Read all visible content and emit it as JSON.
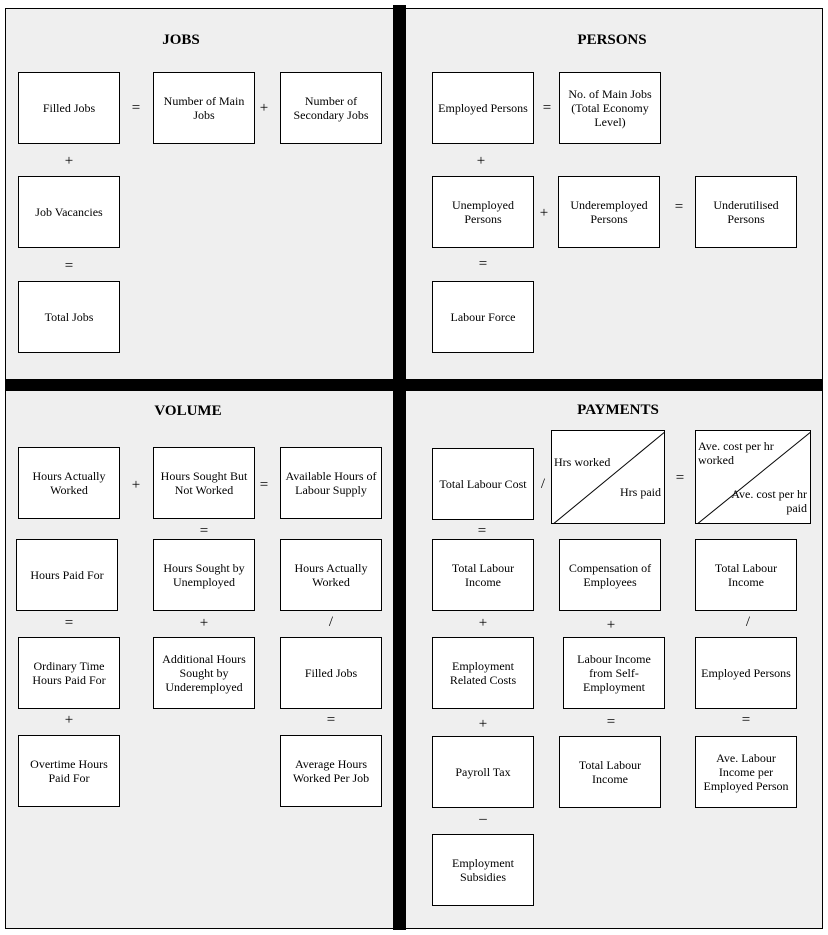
{
  "quadrants": {
    "jobs": {
      "title": "JOBS",
      "filled_jobs": "Filled Jobs",
      "main_jobs": "Number of Main Jobs",
      "secondary_jobs": "Number of Secondary Jobs",
      "job_vacancies": "Job Vacancies",
      "total_jobs": "Total Jobs",
      "op_eq1": "=",
      "op_plus1": "+",
      "op_plus2": "+",
      "op_eq2": "="
    },
    "persons": {
      "title": "PERSONS",
      "employed_persons": "Employed Persons",
      "main_jobs_total": "No. of Main Jobs (Total Economy Level)",
      "unemployed_persons": "Unemployed Persons",
      "underemployed_persons": "Underemployed Persons",
      "underutilised_persons": "Underutilised Persons",
      "labour_force": "Labour Force",
      "op_eq1": "=",
      "op_plus1": "+",
      "op_plus2": "+",
      "op_eq2": "=",
      "op_eq3": "="
    },
    "volume": {
      "title": "VOLUME",
      "hours_actually_worked": "Hours Actually Worked",
      "hours_sought_not_worked": "Hours Sought But Not Worked",
      "available_hours": "Available Hours of Labour Supply",
      "hours_paid_for": "Hours Paid For",
      "hours_sought_unemployed": "Hours Sought by Unemployed",
      "hours_actually_worked_2": "Hours Actually Worked",
      "ordinary_time": "Ordinary Time Hours Paid For",
      "additional_hours": "Additional Hours Sought by Underemployed",
      "filled_jobs": "Filled Jobs",
      "overtime_hours": "Overtime Hours Paid For",
      "average_hours": "Average Hours Worked Per Job",
      "op_plus1": "+",
      "op_eq1": "=",
      "op_eq2": "=",
      "op_eq3": "=",
      "op_plus2": "+",
      "op_div": "/",
      "op_plus3": "+",
      "op_eq4": "="
    },
    "payments": {
      "title": "PAYMENTS",
      "total_labour_cost": "Total Labour Cost",
      "hrs_worked": "Hrs worked",
      "hrs_paid": "Hrs paid",
      "ave_cost_hr_worked": "Ave. cost per hr worked",
      "ave_cost_hr_paid": "Ave. cost per hr paid",
      "total_labour_income_1": "Total Labour Income",
      "compensation_employees": "Compensation of Employees",
      "total_labour_income_2": "Total Labour Income",
      "employment_related_costs": "Employment Related Costs",
      "labour_income_self_employment": "Labour Income from Self-Employment",
      "employed_persons": "Employed Persons",
      "payroll_tax": "Payroll Tax",
      "total_labour_income_3": "Total Labour Income",
      "ave_labour_income": "Ave. Labour Income per Employed Person",
      "employment_subsidies": "Employment Subsidies",
      "op_div1": "/",
      "op_eq1": "=",
      "op_eq2": "=",
      "op_plus1": "+",
      "op_plus2": "+",
      "op_div2": "/",
      "op_plus3": "+",
      "op_eq3": "=",
      "op_eq4": "=",
      "op_minus": "–"
    }
  }
}
